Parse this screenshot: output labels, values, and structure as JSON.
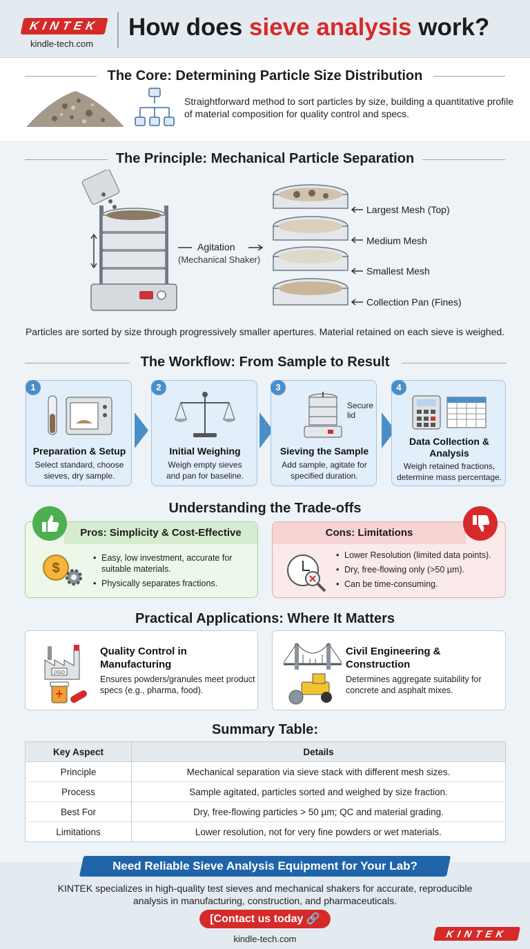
{
  "header": {
    "logo": "KINTEK",
    "site": "kindle-tech.com",
    "title_pre": "How does ",
    "title_highlight": "sieve analysis",
    "title_post": " work?"
  },
  "core": {
    "title": "The Core: Determining Particle Size Distribution",
    "text": "Straightforward method to sort particles by size, building a quantitative profile of material composition for quality control and specs."
  },
  "principle": {
    "title": "The Principle: Mechanical Particle Separation",
    "agitation": "Agitation",
    "agitation_sub": "(Mechanical Shaker)",
    "labels": [
      "Largest Mesh (Top)",
      "Medium Mesh",
      "Smallest Mesh",
      "Collection Pan (Fines)"
    ],
    "caption": "Particles are sorted by size through progressively smaller apertures. Material retained on each sieve is weighed."
  },
  "workflow": {
    "title": "The Workflow: From Sample to Result",
    "secure_lid": "Secure lid",
    "steps": [
      {
        "num": "1",
        "title": "Preparation & Setup",
        "desc": "Select standard, choose sieves, dry sample."
      },
      {
        "num": "2",
        "title": "Initial Weighing",
        "desc": "Weigh empty sieves and pan for baseline."
      },
      {
        "num": "3",
        "title": "Sieving the Sample",
        "desc": "Add sample, agitate for specified duration."
      },
      {
        "num": "4",
        "title": "Data Collection & Analysis",
        "desc": "Weigh retained fractions, determine mass percentage."
      }
    ]
  },
  "tradeoffs": {
    "title": "Understanding the Trade-offs",
    "pros_title": "Pros: Simplicity & Cost-Effective",
    "pros": [
      "Easy, low investment, accurate for suitable materials.",
      "Physically separates fractions."
    ],
    "cons_title": "Cons: Limitations",
    "cons": [
      "Lower Resolution (limited data points).",
      "Dry, free-flowing only (>50 µm).",
      "Can be time-consuming."
    ]
  },
  "applications": {
    "title": "Practical Applications: Where It Matters",
    "items": [
      {
        "title": "Quality Control in Manufacturing",
        "desc": "Ensures powders/granules meet product specs (e.g., pharma, food)."
      },
      {
        "title": "Civil Engineering & Construction",
        "desc": "Determines aggregate suitability for concrete and asphalt mixes."
      }
    ],
    "factory_sign": "DGO"
  },
  "summary": {
    "title": "Summary Table:",
    "headers": [
      "Key Aspect",
      "Details"
    ],
    "rows": [
      [
        "Principle",
        "Mechanical separation via sieve stack with different mesh sizes."
      ],
      [
        "Process",
        "Sample agitated, particles sorted and weighed by size fraction."
      ],
      [
        "Best For",
        "Dry, free-flowing particles > 50 µm; QC and material grading."
      ],
      [
        "Limitations",
        "Lower resolution, not for very fine powders or wet materials."
      ]
    ]
  },
  "footer": {
    "banner": "Need Reliable Sieve Analysis Equipment for Your Lab?",
    "desc": "KINTEK specializes in high-quality test sieves and mechanical shakers for accurate, reproducible analysis in manufacturing, construction, and pharmaceuticals.",
    "cta": "[Contact us today",
    "site": "kindle-tech.com",
    "logo": "KINTEK"
  },
  "colors": {
    "brand_red": "#d62a2a",
    "accent_blue": "#4a8ec9",
    "pros_green": "#4caf50",
    "cons_red": "#d62a2a"
  }
}
